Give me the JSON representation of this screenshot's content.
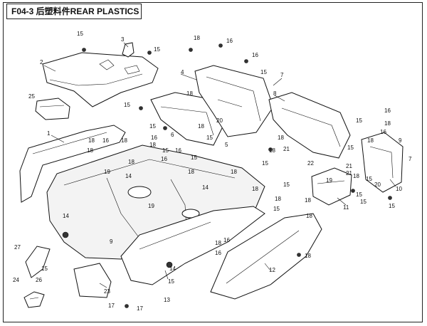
{
  "title": "F04-3 后塑料件REAR PLASTICS",
  "callouts": {
    "c1": "1",
    "c2": "2",
    "c3": "3",
    "c4": "4",
    "c5": "5",
    "c6": "6",
    "c7": "7",
    "c8": "8",
    "c9": "9",
    "c10": "10",
    "c11": "11",
    "c12": "12",
    "c13": "13",
    "c14": "14",
    "c15": "15",
    "c16": "16",
    "c17": "17",
    "c18": "18",
    "c19": "19",
    "c20": "20",
    "c21": "21",
    "c22": "22",
    "c23": "23",
    "c24": "24",
    "c25": "25",
    "c26": "26",
    "c27": "27"
  }
}
